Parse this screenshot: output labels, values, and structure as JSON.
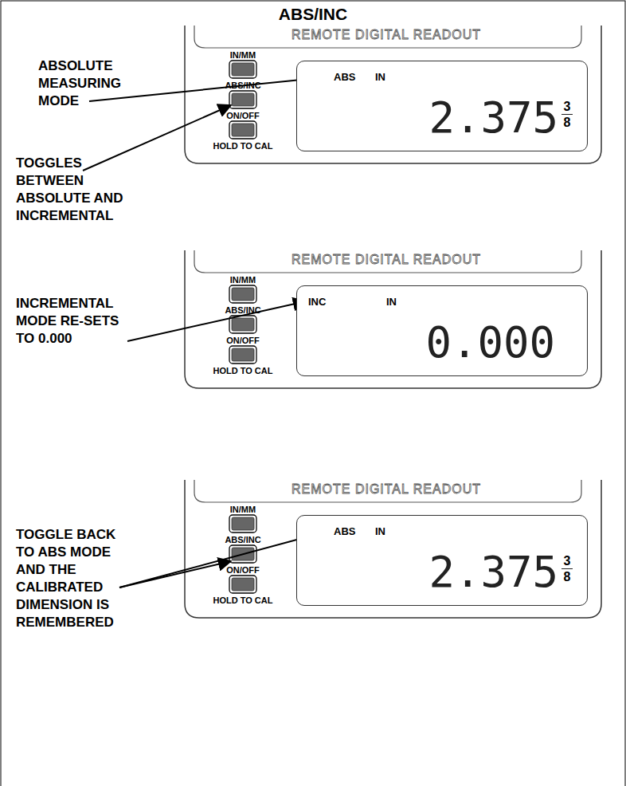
{
  "diagram": {
    "title": "ABS/INC",
    "nodes": [
      {
        "text": [
          "ABS",
          "IN",
          "2.375",
          "3",
          "8"
        ]
      },
      {
        "text": [
          "INC",
          "IN",
          "0.000"
        ]
      },
      {
        "text": [
          "ABS",
          "IN",
          "2.375",
          "3",
          "8"
        ]
      }
    ],
    "labels": [
      "REMOTE DIGITAL READOUT",
      "ABSOLUTE MEASURING MODE",
      "IN/MM",
      "ABS/INC",
      "TOGGLES BETWEEN ABSOLUTE AND INCREMENTAL",
      "ON/OFF",
      "HOLD TO CAL",
      "REMOTE DIGITAL READOUT",
      "IN/MM",
      "INCREMENTAL MODE RE-SETS TO 0.000",
      "ABS/INC",
      "ON/OFF",
      "HOLD TO CAL",
      "REMOTE DIGITAL READOUT",
      "TOGGLE BACK TO ABS MODE AND THE CALIBRATED DIMENSION IS REMEMBERED",
      "IN/MM",
      "ABS/INC",
      "ON/OFF",
      "HOLD TO CAL"
    ]
  }
}
